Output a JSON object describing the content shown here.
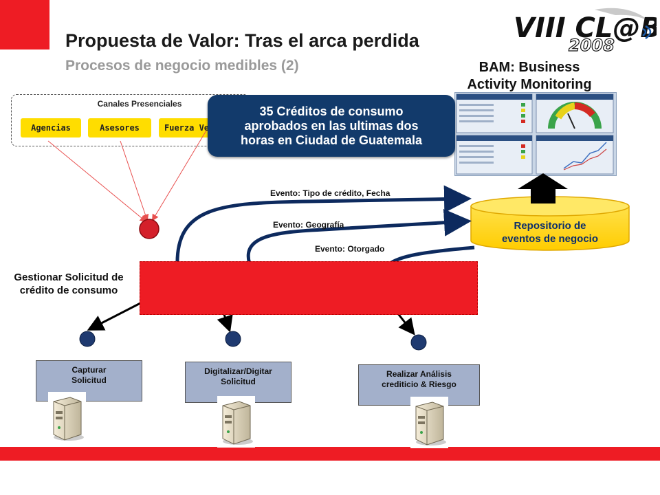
{
  "header": {
    "title": "Propuesta de Valor: Tras el arca perdida",
    "subtitle": "Procesos de negocio medibles (2)",
    "logo_text_top": "VIII CL@B",
    "logo_text_bottom": "2008"
  },
  "bam": {
    "title_line1": "BAM: Business",
    "title_line2": "Activity Monitoring"
  },
  "channels": {
    "title": "Canales Presenciales",
    "items": [
      "Agencias",
      "Asesores",
      "Fuerza Venta"
    ]
  },
  "callout": {
    "line1": "35 Créditos de consumo",
    "line2": "aprobados en las ultimas dos",
    "line3": "horas en Ciudad de Guatemala"
  },
  "repository": {
    "line1": "Repositorio de",
    "line2": "eventos de negocio"
  },
  "events": [
    "Evento: Tipo de crédito, Fecha",
    "Evento: Geografía",
    "Evento: Otorgado"
  ],
  "process": {
    "label_line1": "Gestionar Solicitud de",
    "label_line2": "crédito de consumo"
  },
  "tasks": [
    {
      "line1": "Capturar",
      "line2": "Solicitud"
    },
    {
      "line1": "Digitalizar/Digitar",
      "line2": "Solicitud"
    },
    {
      "line1": "Realizar Análisis",
      "line2": "crediticio & Riesgo"
    }
  ],
  "colors": {
    "accent_red": "#ee1c24",
    "chip_yellow": "#ffdd00",
    "navy": "#123a6b",
    "task_blue": "#a3b0cb"
  }
}
